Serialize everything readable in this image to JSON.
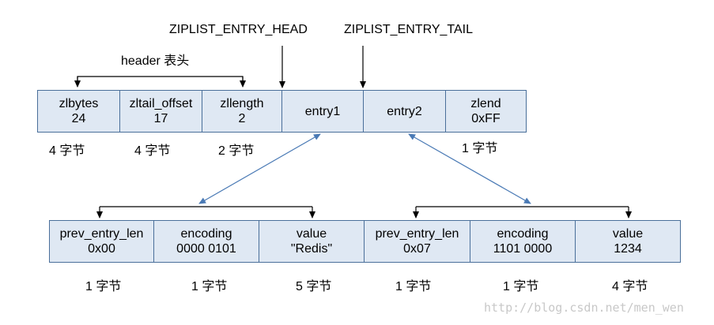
{
  "top_labels": {
    "entry_head": "ZIPLIST_ENTRY_HEAD",
    "entry_tail": "ZIPLIST_ENTRY_TAIL",
    "header": "header 表头"
  },
  "ziplist": [
    {
      "name": "zlbytes",
      "value": "24",
      "size": "4 字节"
    },
    {
      "name": "zltail_offset",
      "value": "17",
      "size": "4 字节"
    },
    {
      "name": "zllength",
      "value": "2",
      "size": "2 字节"
    },
    {
      "name": "entry1",
      "value": "",
      "size": ""
    },
    {
      "name": "entry2",
      "value": "",
      "size": ""
    },
    {
      "name": "zlend",
      "value": "0xFF",
      "size": "1 字节"
    }
  ],
  "entry1_fields": [
    {
      "name": "prev_entry_len",
      "value": "0x00",
      "size": "1 字节"
    },
    {
      "name": "encoding",
      "value": "0000 0101",
      "size": "1 字节"
    },
    {
      "name": "value",
      "value": "\"Redis\"",
      "size": "5 字节"
    }
  ],
  "entry2_fields": [
    {
      "name": "prev_entry_len",
      "value": "0x07",
      "size": "1 字节"
    },
    {
      "name": "encoding",
      "value": "1101 0000",
      "size": "1 字节"
    },
    {
      "name": "value",
      "value": "1234",
      "size": "4 字节"
    }
  ],
  "watermark": "http://blog.csdn.net/men_wen",
  "colors": {
    "cell_fill": "#dfe8f3",
    "cell_border": "#4a6f9a",
    "link_arrow": "#4a7ab5"
  }
}
